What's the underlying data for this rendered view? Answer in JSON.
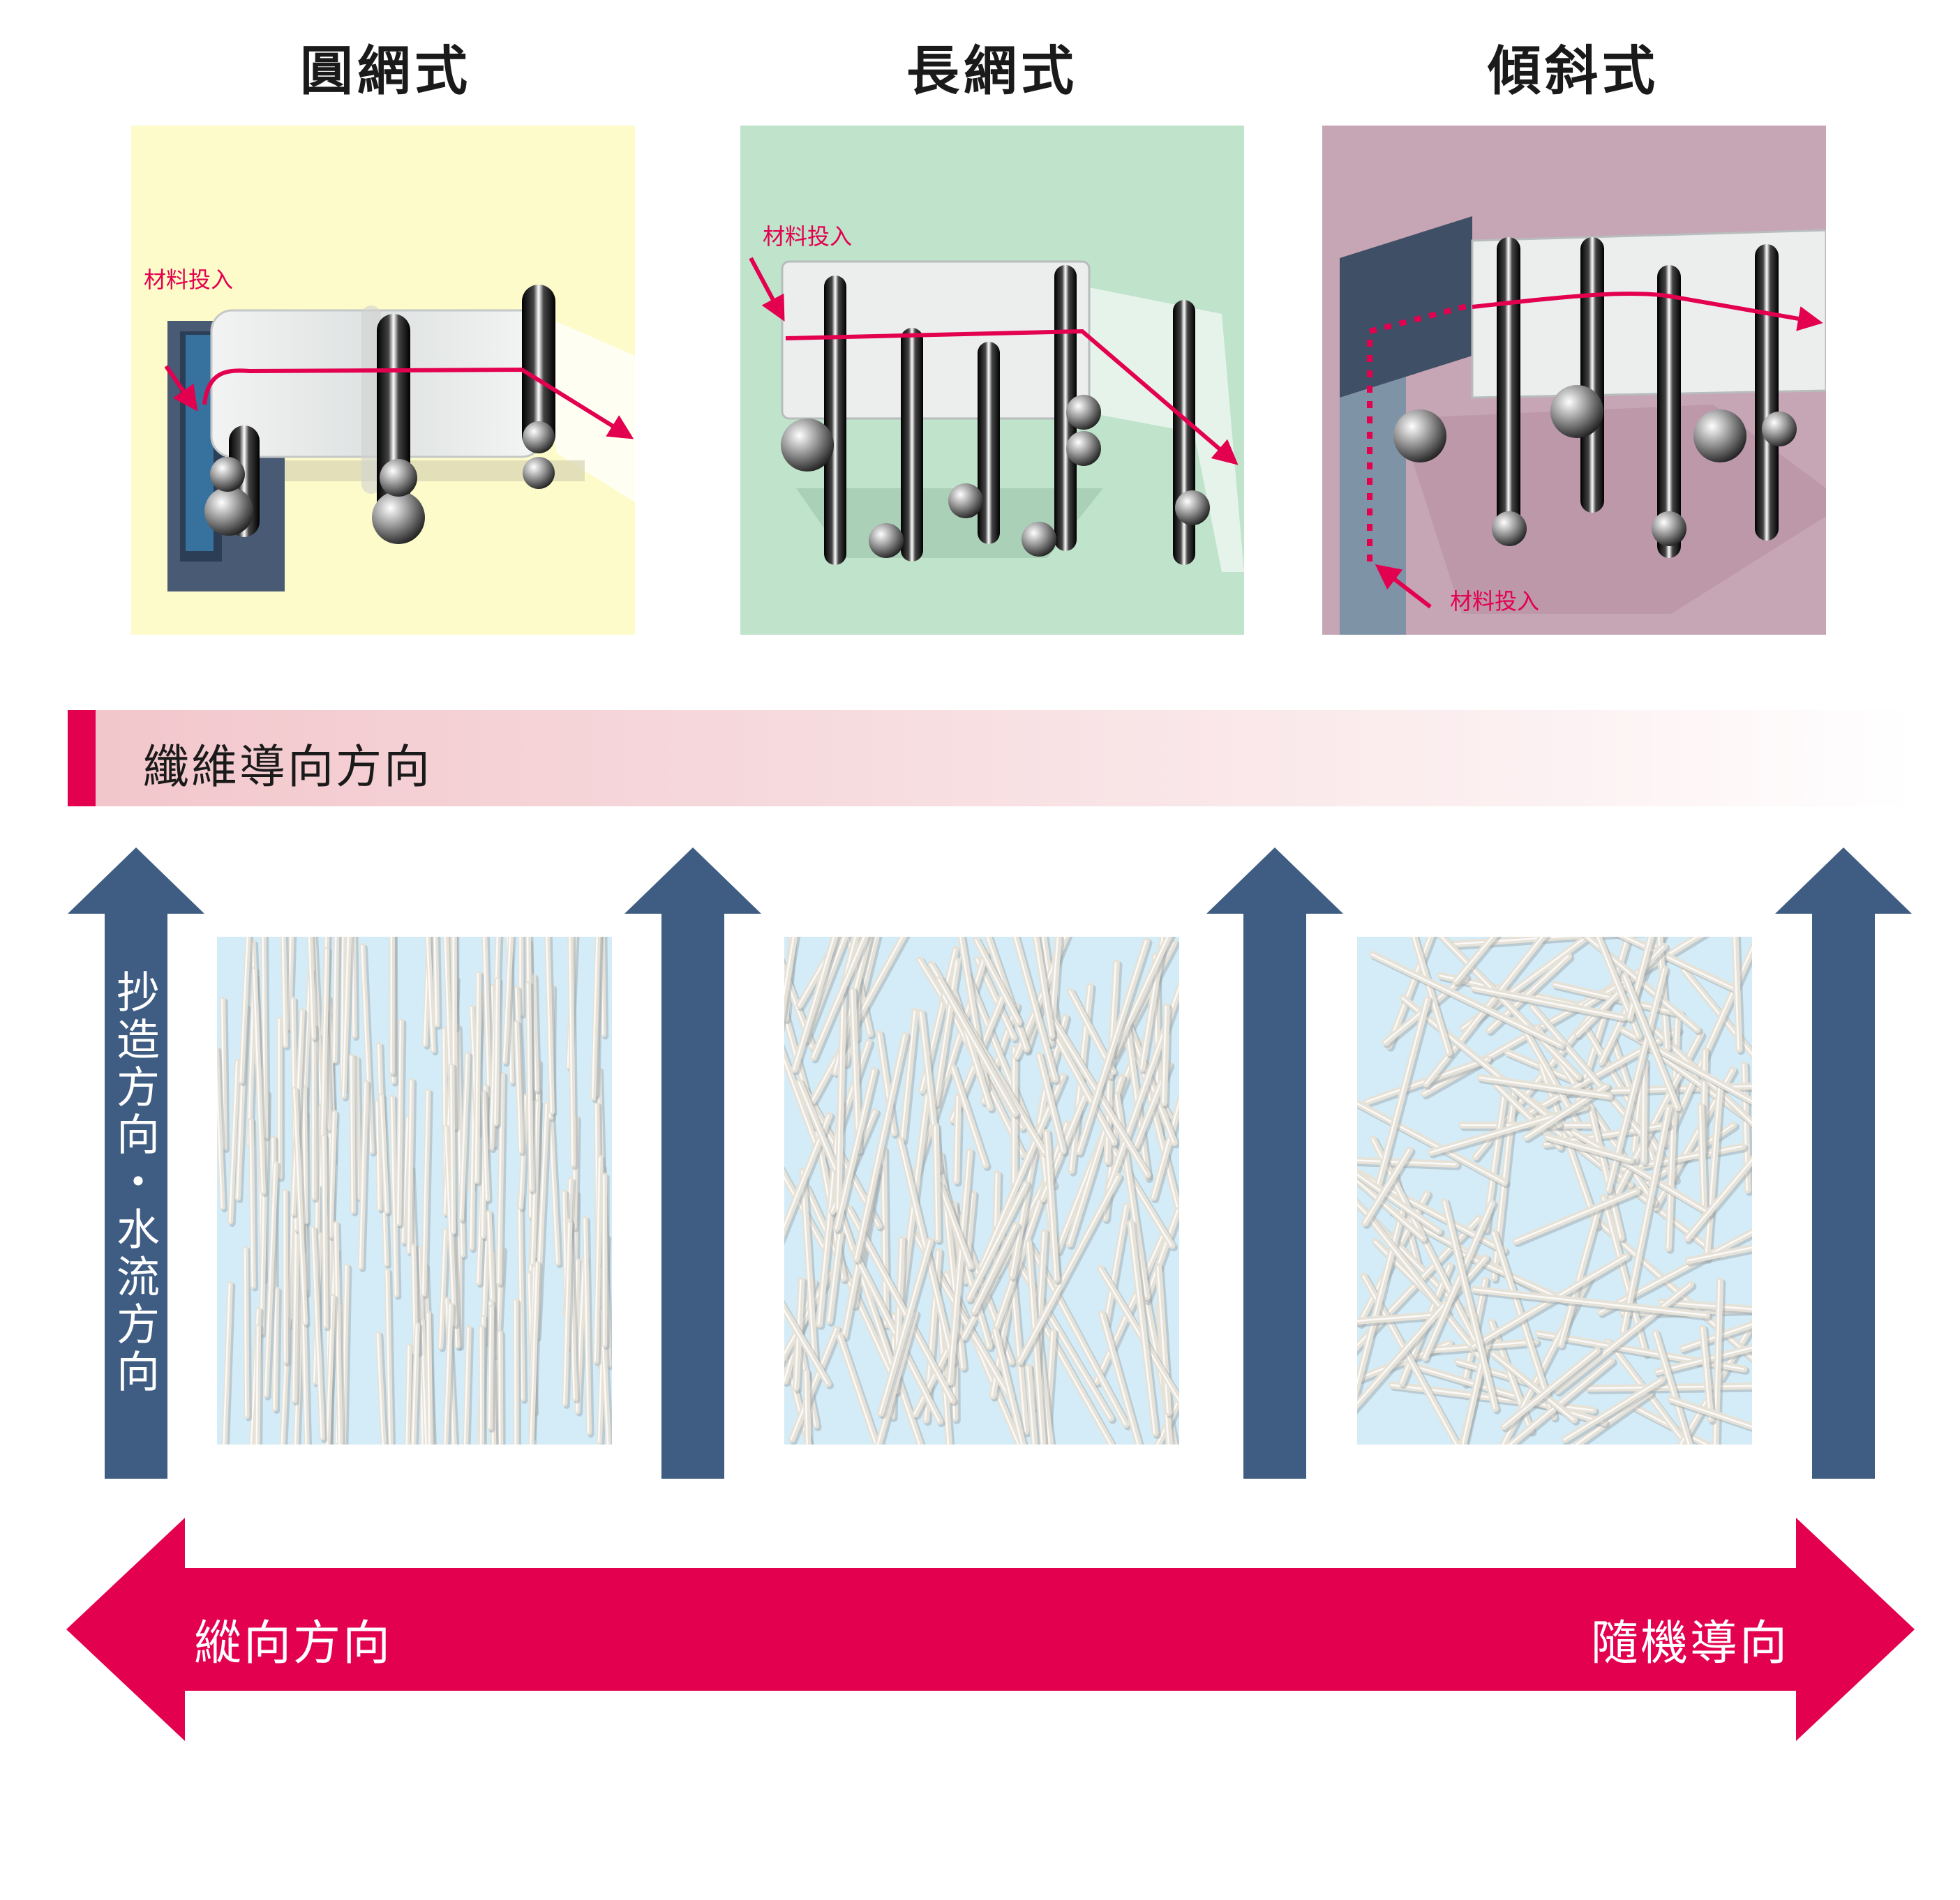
{
  "machines": [
    {
      "title": "圓網式",
      "feed_label": "材料投入",
      "bg": "#fdfbc9"
    },
    {
      "title": "長網式",
      "feed_label": "材料投入",
      "bg": "#bfe3cb"
    },
    {
      "title": "傾斜式",
      "feed_label": "材料投入",
      "bg": "#c6a5b4"
    }
  ],
  "orientation_band": {
    "label": "纖維導向方向"
  },
  "flow_axis": {
    "label": "抄造方向・水流方向"
  },
  "scale": {
    "left_label": "縱向方向",
    "right_label": "隨機導向"
  },
  "colors": {
    "accent": "#e3004f",
    "navy": "#3f5d83",
    "fiber_bg": "#d3ecf7",
    "fiber": "#e6e2d8",
    "felt_dark": "#475971",
    "felt_light": "#e9eaea"
  },
  "fiber_patterns": [
    "aligned",
    "semi-random",
    "random"
  ]
}
